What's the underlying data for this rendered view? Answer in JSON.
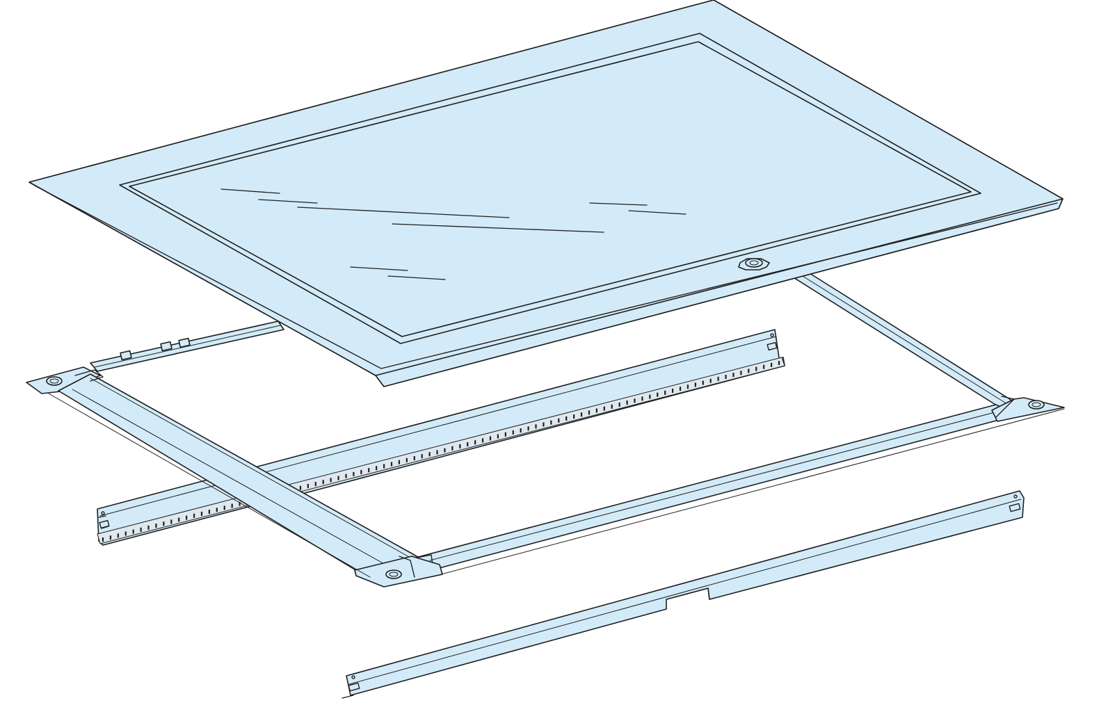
{
  "colors": {
    "part_fill": "#d3ebf8",
    "line": "#1e1e1e",
    "background": "#ffffff"
  },
  "parts": [
    {
      "id": "glass-door-panel",
      "kind": "door with glazed window and lock"
    },
    {
      "id": "mounting-frame",
      "kind": "rectangular frame with corner fixing holes"
    },
    {
      "id": "upper-rail",
      "kind": "toothed rail"
    },
    {
      "id": "lower-rail",
      "kind": "notched rail"
    }
  ],
  "icons": [
    "lock-icon",
    "fixing-hole-icon",
    "hinge-icon"
  ]
}
